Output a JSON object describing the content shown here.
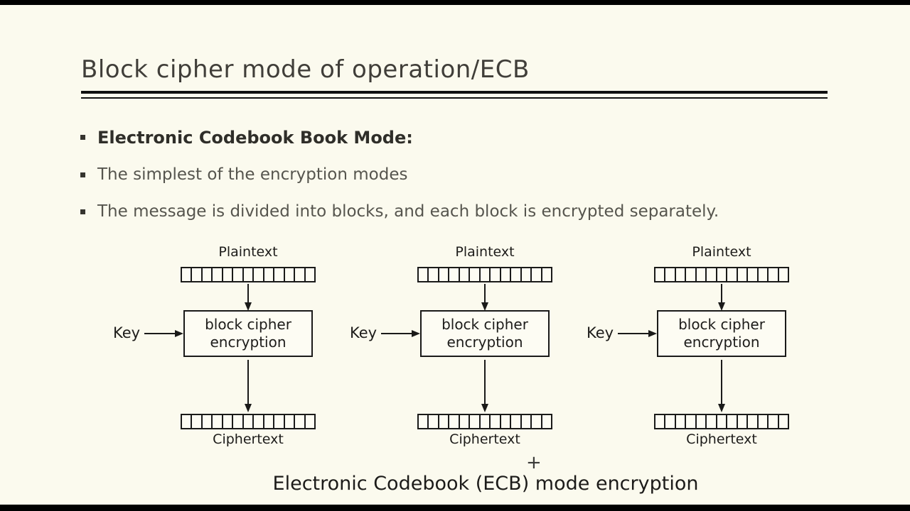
{
  "slide": {
    "title": "Block cipher mode of operation/ECB",
    "bullets": [
      {
        "text": "Electronic Codebook Book Mode:"
      },
      {
        "text": "The simplest of the encryption modes"
      },
      {
        "text": "The message is divided into blocks, and each block is encrypted separately."
      }
    ],
    "caption": "Electronic Codebook (ECB) mode encryption"
  },
  "diagram": {
    "instances": 3,
    "plaintext_label": "Plaintext",
    "key_label": "Key",
    "box_label_line1": "block cipher",
    "box_label_line2": "encryption",
    "ciphertext_label": "Ciphertext",
    "cells_per_bar": 13
  },
  "cursor": {
    "glyph": "+"
  },
  "colors": {
    "background": "#fbfaee",
    "letterbox": "#000000",
    "title_text": "#403e39",
    "body_text": "#56554e",
    "bold_text": "#2f2e29",
    "diagram_stroke": "#1a1a19"
  }
}
